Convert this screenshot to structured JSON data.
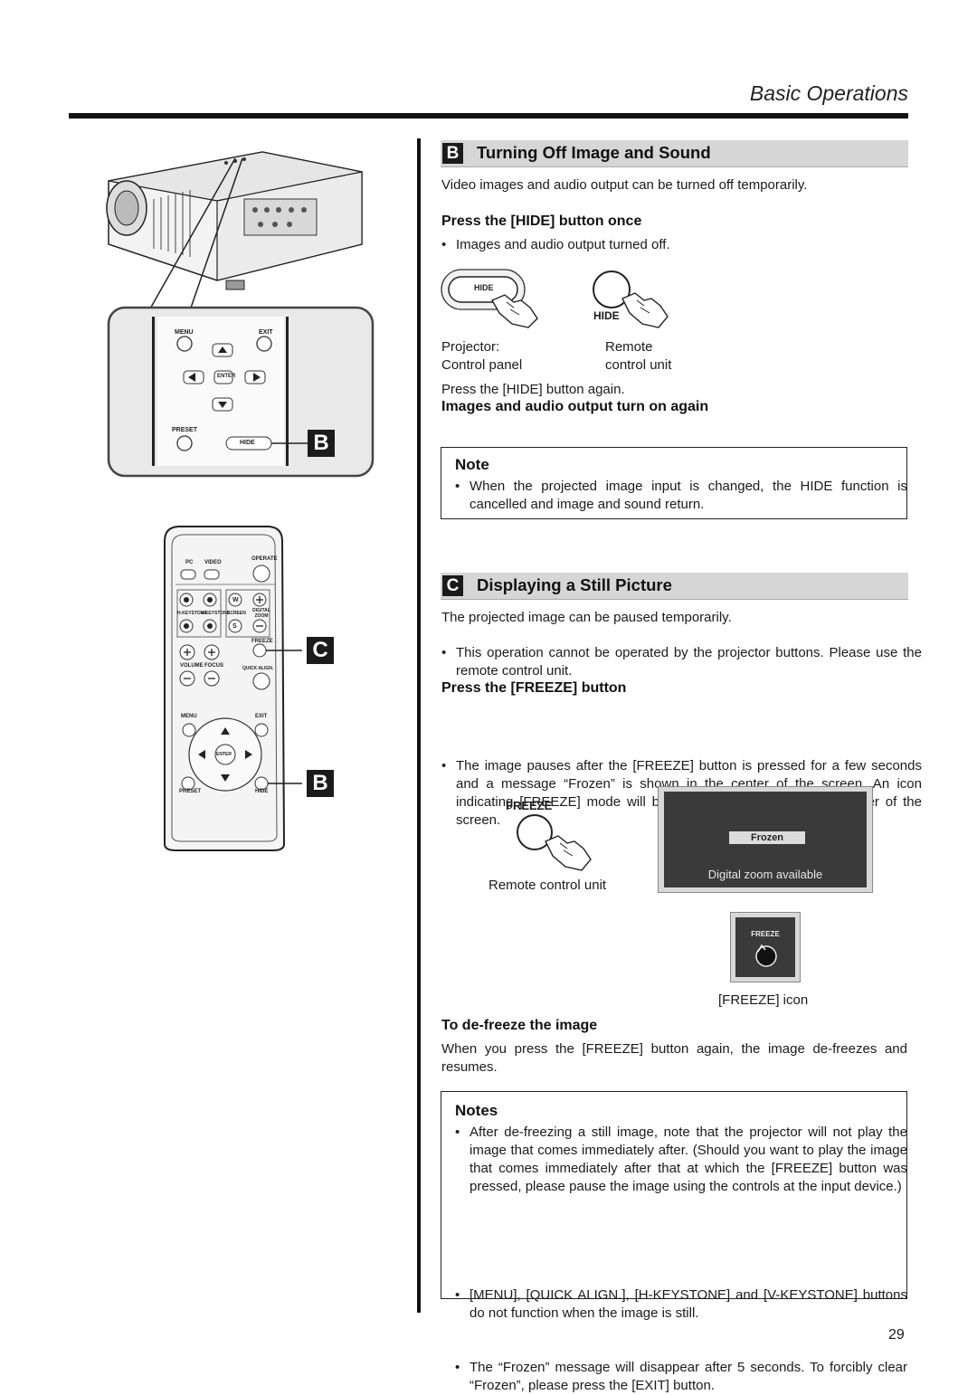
{
  "header": {
    "title": "Basic Operations"
  },
  "section_b": {
    "letter": "B",
    "title": "Turning Off Image and Sound",
    "intro": "Video images and audio output can be turned off temporarily.",
    "sub1": "Press the [HIDE] button once",
    "bullet1": "Images and audio output turned off.",
    "hide_label_panel": "HIDE",
    "hide_label_remote": "HIDE",
    "projector_caption_1": "Projector:",
    "projector_caption_2": "Control panel",
    "remote_caption_1": "Remote",
    "remote_caption_2": "control unit",
    "press_again": "Press the [HIDE] button again.",
    "sub2": "Images and audio output turn on again",
    "note_title": "Note",
    "note_text": "When the projected image input is changed, the HIDE function is cancelled and image and sound return."
  },
  "section_c": {
    "letter": "C",
    "title": "Displaying a Still Picture",
    "intro": "The projected image can be paused temporarily.",
    "bullet1": "This operation cannot be operated by the projector buttons. Please use the remote control unit.",
    "sub1": "Press the [FREEZE] button",
    "bullet2": "The image pauses after the [FREEZE] button is pressed for a few seconds and a message “Frozen” is shown in the center of the screen. An icon indicating [FREEZE] mode will be displayed on the top right corner of the screen.",
    "freeze_label": "FREEZE",
    "remote_caption": "Remote control unit",
    "screen_frozen": "Frozen",
    "screen_zoom": "Digital zoom available",
    "icon_label": "FREEZE",
    "icon_caption": "[FREEZE] icon",
    "sub2": "To de-freeze the image",
    "defreeze_text": "When you press the [FREEZE] button again, the image de-freezes and resumes.",
    "notes_title": "Notes",
    "notes": [
      "After de-freezing a still image, note that the projector will not play the image that comes immediately after. (Should you want to play the image that comes immediately after that at which the [FREEZE] button was pressed, please pause the image using the controls at the input device.)",
      "[MENU], [QUICK ALIGN.], [H-KEYSTONE] and [V-KEYSTONE] buttons do not function when the image is still.",
      "The “Frozen” message will disappear after 5 seconds. To forcibly clear “Frozen”, please press the [EXIT] button."
    ]
  },
  "illustration_panel": {
    "menu": "MENU",
    "exit": "EXIT",
    "enter": "ENTER",
    "preset": "PRESET",
    "hide": "HIDE",
    "callout": "B"
  },
  "illustration_remote": {
    "pc": "PC",
    "video": "VIDEO",
    "operate": "OPERATE",
    "hkeystone": "H-KEYSTONE",
    "vkeystone": "V-KEYSTONE",
    "screen": "SCREEN",
    "digital_zoom": "DIGITAL ZOOM",
    "w": "W",
    "s": "S",
    "freeze": "FREEZE",
    "volume": "VOLUME",
    "focus": "FOCUS",
    "quick_align": "QUICK ALIGN.",
    "menu": "MENU",
    "exit": "EXIT",
    "enter": "ENTER",
    "preset": "PRESET",
    "hide": "HIDE",
    "callout_c": "C",
    "callout_b": "B"
  },
  "page_number": "29"
}
